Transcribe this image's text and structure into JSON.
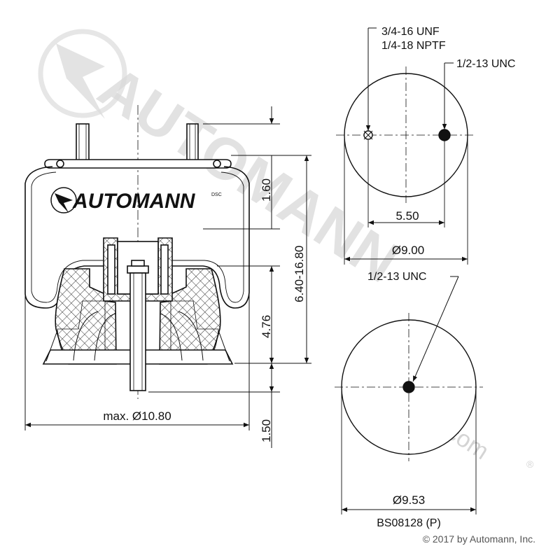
{
  "watermark": {
    "brand_text": "AUTOMANN",
    "url_text": "automann.com",
    "reg_mark": "®",
    "color": "#d6d6d6"
  },
  "logo": {
    "text": "AUTOMANN",
    "tm": "DSC"
  },
  "dimensions": {
    "top_height": "1.60",
    "overall_height": "6.40-16.80",
    "piston_height": "4.76",
    "stud_length": "1.50",
    "max_diameter": "max. Ø10.80",
    "top_plate_spacing": "5.50",
    "top_plate_diameter": "Ø9.00",
    "bottom_diameter": "Ø9.53"
  },
  "callouts": {
    "air_fitting_1": "3/4-16 UNF",
    "air_fitting_2": "1/4-18 NPTF",
    "top_stud": "1/2-13 UNC",
    "bottom_stud": "1/2-13 UNC"
  },
  "part_number": "BS08128 (P)",
  "copyright": "© 2017 by Automann, Inc.",
  "colors": {
    "line": "#111111",
    "hatch": "#333333",
    "fill": "#ffffff"
  }
}
